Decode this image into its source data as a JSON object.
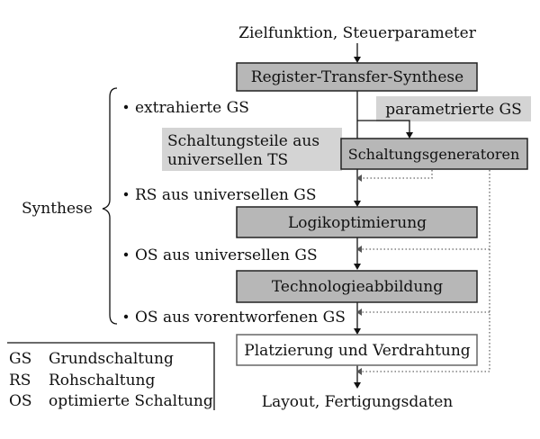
{
  "flow": {
    "input": "Zielfunktion, Steuerparameter",
    "output": "Layout, Fertigungsdaten"
  },
  "boxes": {
    "rts": "Register-Transfer-Synthese",
    "generators": "Schaltungsgeneratoren",
    "logic": "Logikoptimierung",
    "techmap": "Technologieabbildung",
    "pnr": "Platzierung und Verdrahtung"
  },
  "highlights": {
    "parametrized": "parametrierte GS",
    "ts_line1": "Schaltungsteile aus",
    "ts_line2": "universellen TS"
  },
  "synthesis": {
    "label": "Synthese",
    "items": [
      "extrahierte GS",
      "RS aus universellen GS",
      "OS aus universellen GS",
      "OS aus vorentworfenen GS"
    ]
  },
  "legend": [
    {
      "abbr": "GS",
      "text": "Grundschaltung"
    },
    {
      "abbr": "RS",
      "text": "Rohschaltung"
    },
    {
      "abbr": "OS",
      "text": "optimierte Schaltung"
    }
  ]
}
